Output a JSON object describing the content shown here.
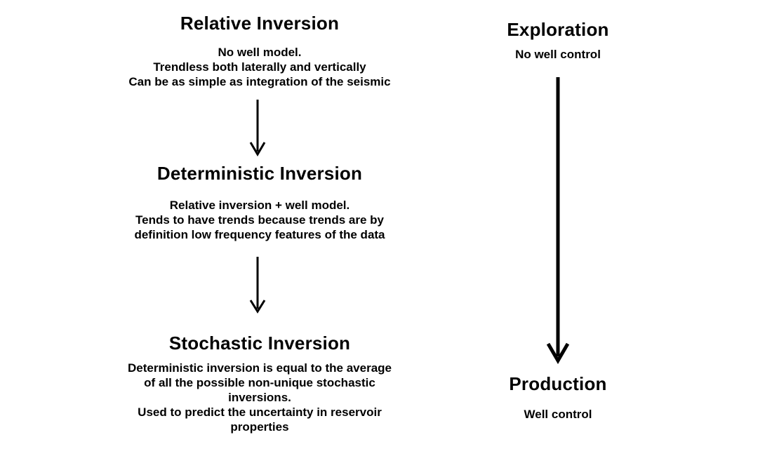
{
  "left_column": {
    "relative": {
      "title": "Relative Inversion",
      "lines": [
        "No well model.",
        "Trendless both laterally and vertically",
        "Can be as simple as integration of the seismic"
      ]
    },
    "deterministic": {
      "title": "Deterministic Inversion",
      "lines": [
        "Relative inversion + well model.",
        "Tends to have trends because trends are by",
        "definition low frequency features of the data"
      ]
    },
    "stochastic": {
      "title": "Stochastic Inversion",
      "lines": [
        "Deterministic inversion is equal to the average",
        "of all the possible non-unique  stochastic",
        "inversions.",
        "Used to predict the uncertainty in  reservoir",
        "properties"
      ]
    }
  },
  "right_column": {
    "exploration": {
      "title": "Exploration",
      "subtitle": "No well control"
    },
    "production": {
      "title": "Production",
      "subtitle": "Well control"
    }
  },
  "colors": {
    "text": "#000000",
    "arrow": "#000000",
    "background": "#ffffff"
  }
}
